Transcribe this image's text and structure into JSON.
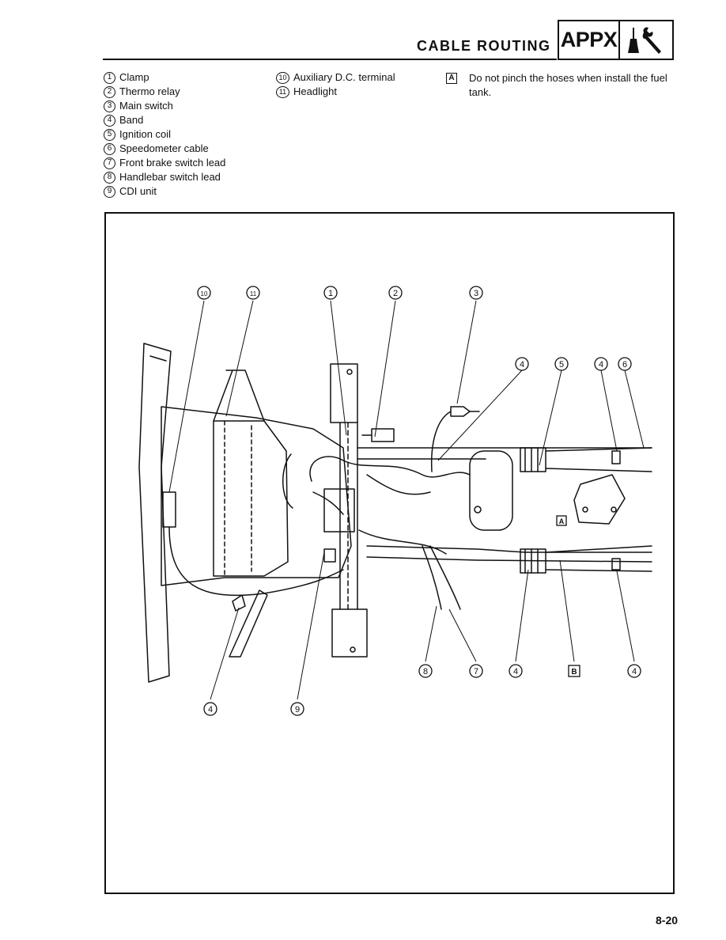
{
  "header": {
    "title": "CABLE ROUTING",
    "badge": "APPX",
    "tool_icon": "tools-icon"
  },
  "legend": {
    "col1": [
      {
        "num": "1",
        "label": "Clamp"
      },
      {
        "num": "2",
        "label": "Thermo relay"
      },
      {
        "num": "3",
        "label": "Main switch"
      },
      {
        "num": "4",
        "label": "Band"
      },
      {
        "num": "5",
        "label": "Ignition coil"
      },
      {
        "num": "6",
        "label": "Speedometer cable"
      },
      {
        "num": "7",
        "label": "Front brake switch lead"
      },
      {
        "num": "8",
        "label": "Handlebar switch lead"
      },
      {
        "num": "9",
        "label": "CDI unit"
      }
    ],
    "col2": [
      {
        "num": "10",
        "label": "Auxiliary D.C. terminal"
      },
      {
        "num": "11",
        "label": "Headlight"
      }
    ]
  },
  "note": {
    "marker": "A",
    "text": "Do not pinch the hoses when install the fuel tank."
  },
  "diagram": {
    "callouts": [
      "10",
      "11",
      "1",
      "2",
      "3",
      "4",
      "5",
      "4",
      "6",
      "8",
      "7",
      "4",
      "B",
      "4",
      "4",
      "9"
    ],
    "inline_markers": [
      "A"
    ]
  },
  "page_number": "8-20"
}
